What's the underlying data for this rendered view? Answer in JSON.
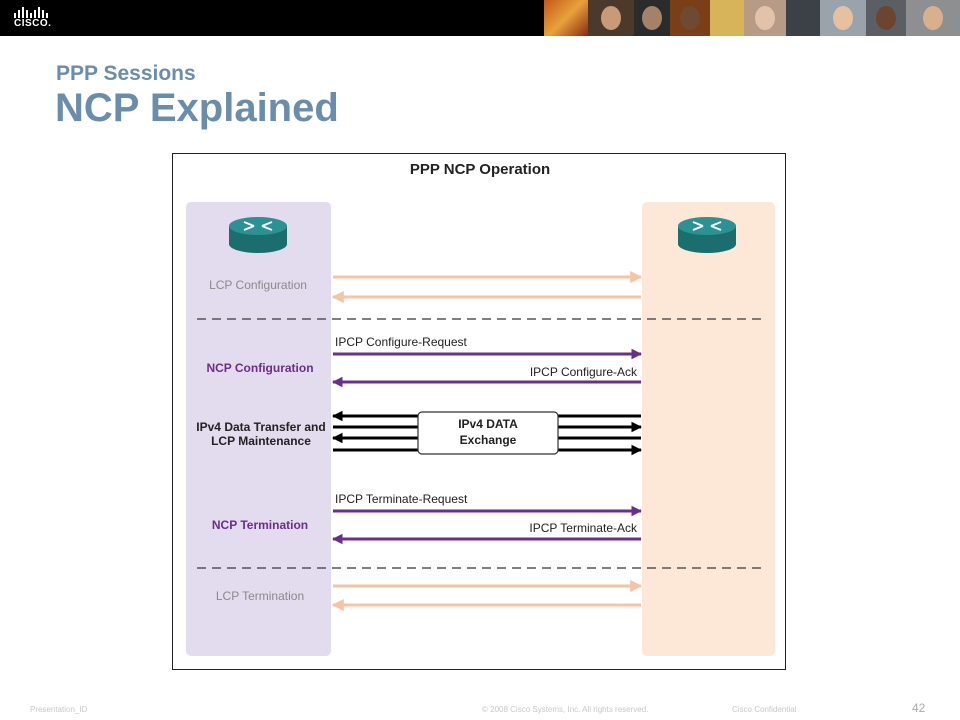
{
  "header": {
    "logo_text": "CISCO.",
    "logo_icon": "cisco-bridge-logo",
    "photo_strip_icon": "people-photo-strip"
  },
  "slide": {
    "subtitle": "PPP Sessions",
    "title": "NCP Explained"
  },
  "diagram": {
    "title": "PPP NCP Operation",
    "router_icon": "router-icon",
    "phases": {
      "lcp_configuration": "LCP Configuration",
      "ncp_configuration": "NCP Configuration",
      "data_transfer_line1": "IPv4 Data Transfer and",
      "data_transfer_line2": "LCP Maintenance",
      "ncp_termination": "NCP Termination",
      "lcp_termination": "LCP Termination"
    },
    "messages": {
      "configure_request": "IPCP Configure-Request",
      "configure_ack": "IPCP Configure-Ack",
      "terminate_request": "IPCP Terminate-Request",
      "terminate_ack": "IPCP Terminate-Ack"
    },
    "data_box_line1": "IPv4 DATA",
    "data_box_line2": "Exchange",
    "colors": {
      "left_column": "#e3dbee",
      "right_column": "#fde8d8",
      "lcp_arrow": "#f7c3a2",
      "ncp_arrow": "#6b2d8e",
      "ncp_text": "#6b2d8e",
      "lcp_text": "#8a8a8a",
      "router": "#1f7f80"
    }
  },
  "footer": {
    "presentation_id": "Presentation_ID",
    "copyright": "© 2008 Cisco Systems, Inc. All rights reserved.",
    "confidential": "Cisco Confidential",
    "page_number": "42"
  }
}
